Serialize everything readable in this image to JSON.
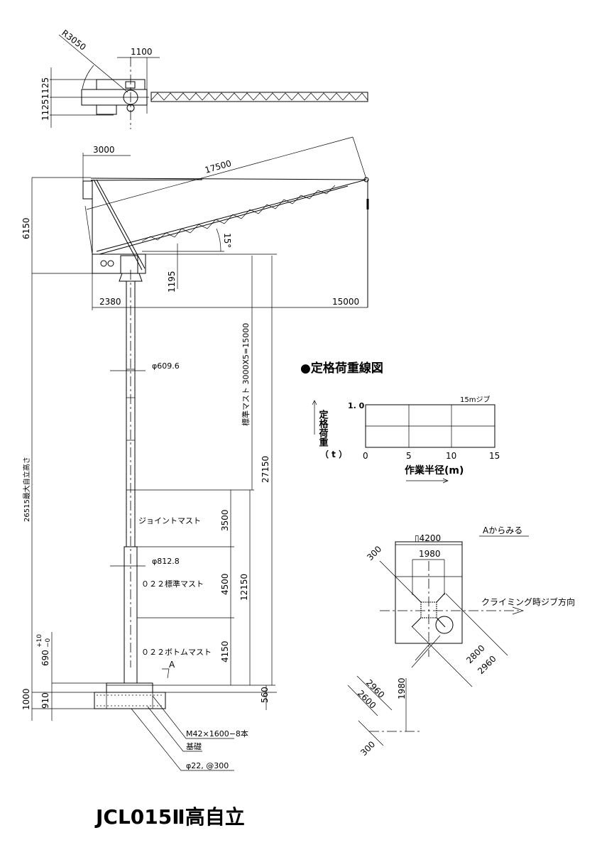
{
  "plan_view": {
    "radius": "R3050",
    "width_1100": "1100",
    "height_dims": "11251125"
  },
  "elevation": {
    "dim_3000": "3000",
    "dim_17500": "17500",
    "dim_6150": "6150",
    "angle": "15°",
    "dim_1195": "1195",
    "dim_2380": "2380",
    "dim_15000": "15000",
    "mast_std_label": "標準マスト 3000X5=15000",
    "dim_27150": "27150",
    "dia_609": "φ609.6",
    "joint_mast": "ジョイントマスト",
    "dim_3500": "3500",
    "dia_812": "φ812.8",
    "std_mast_022": "０２２標準マスト",
    "dim_4500": "4500",
    "dim_12150": "12150",
    "bottom_mast_022": "０２２ボトムマスト",
    "dim_4150": "4150",
    "section_mark": "A",
    "max_height": "26515最大自立高さ",
    "dim_690": "690",
    "tol_plus": "+10",
    "tol_minus": "−0",
    "dim_1000": "1000",
    "dim_910": "910",
    "dim_560": "560",
    "anchor_bolt": "M42×1600−8本",
    "foundation": "基礎",
    "rebar": "φ22, @300"
  },
  "load_chart": {
    "title": "●定格荷重線図",
    "series_label": "15mジブ",
    "y_tick_top": "1. 0",
    "y_label": "定格荷重",
    "y_unit": "（ t ）",
    "x_ticks": [
      "0",
      "5",
      "10",
      "15"
    ],
    "x_label": "作業半径(m)"
  },
  "view_a": {
    "title": "Aからみる",
    "dim_4200": "▯4200",
    "dim_1980_top": "1980",
    "dim_300_top": "300",
    "direction": "クライミング時ジブ方向",
    "dim_2800": "2800",
    "dim_2960_right": "2960",
    "dim_2960_left": "2960",
    "dim_2600": "2600",
    "dim_1980_side": "1980",
    "dim_300_bottom": "300"
  },
  "title": "JCL015Ⅱ高自立"
}
